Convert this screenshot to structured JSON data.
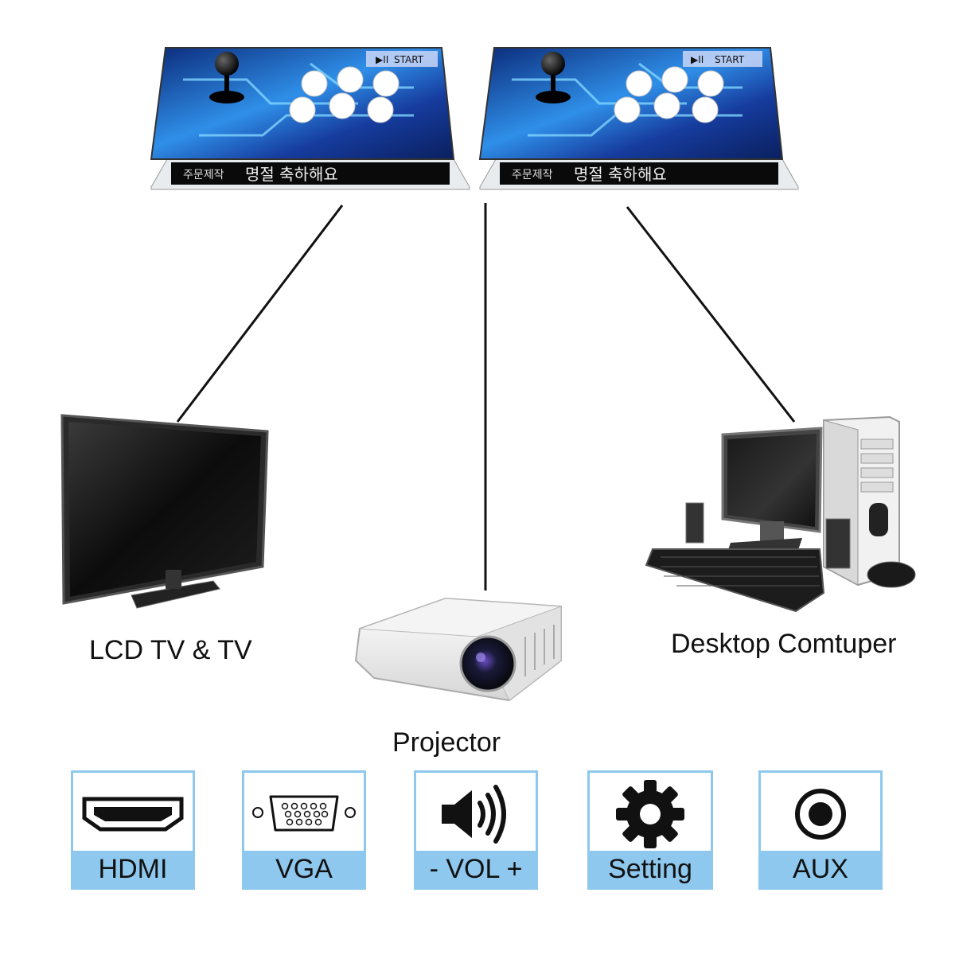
{
  "consoles": [
    {
      "id": "left",
      "start_label": "START",
      "marquee_small": "주문제작",
      "marquee_large": "명절 축하해요"
    },
    {
      "id": "right",
      "start_label": "START",
      "marquee_small": "주문제작",
      "marquee_large": "명절 축하해요"
    }
  ],
  "devices": {
    "tv_label": "LCD TV & TV",
    "projector_label": "Projector",
    "desktop_label": "Desktop Comtuper"
  },
  "features": [
    {
      "label": "HDMI",
      "icon": "hdmi-port-icon"
    },
    {
      "label": "VGA",
      "icon": "vga-port-icon"
    },
    {
      "label": "- VOL +",
      "icon": "speaker-volume-icon"
    },
    {
      "label": "Setting",
      "icon": "gear-icon"
    },
    {
      "label": "AUX",
      "icon": "aux-jack-icon"
    }
  ],
  "colors": {
    "feature_box": "#8ec8ee",
    "panel_blue": "#1f5fd6",
    "connector_line": "#111111"
  }
}
